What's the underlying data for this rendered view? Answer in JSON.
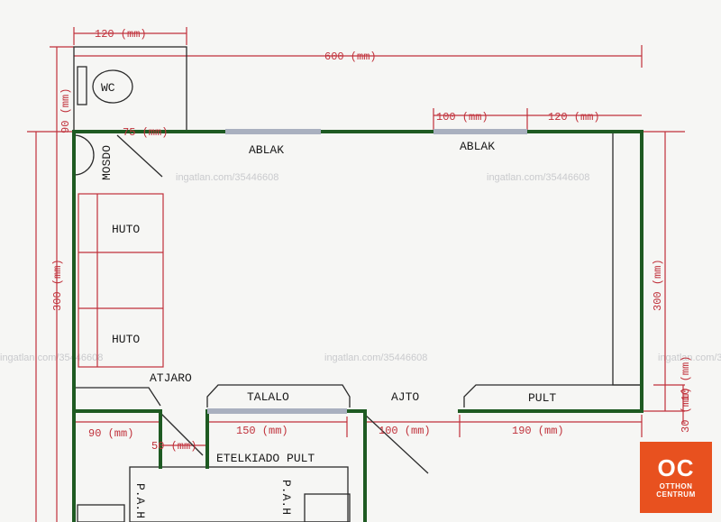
{
  "dimensions": {
    "wc_width": "120 (mm)",
    "total_width": "600 (mm)",
    "wc_height": "90 (mm)",
    "door_75": "75 (mm)",
    "window2_width": "100 (mm)",
    "right_offset": "120 (mm)",
    "left_height": "300 (mm)",
    "right_height": "300 (mm)",
    "small_v": "10 (mm)",
    "pass_width": "90 (mm)",
    "door_50": "50 (mm)",
    "counter_width": "150 (mm)",
    "door_100": "100 (mm)",
    "pult_width": "190 (mm)",
    "right_bottom": "30 (mm)"
  },
  "labels": {
    "wc": "WC",
    "mosdo": "MOSDO",
    "window1": "ABLAK",
    "window2": "ABLAK",
    "fridge1": "HUTO",
    "fridge2": "HUTO",
    "passage": "ATJARO",
    "counter": "TALALO",
    "door": "AJTO",
    "bar": "PULT",
    "serving_counter": "ETELKIADO PULT",
    "pah_left": "P.A.H",
    "pah_right": "P.A.H"
  },
  "watermark": "ingatlan.com/35446608",
  "logo": {
    "mark": "OC",
    "line1": "OTTHON",
    "line2": "CENTRUM",
    "color": "#e8511f"
  },
  "colors": {
    "walls": "#1e5a22",
    "dimensions": "#c0303a",
    "windows": "#a9b0bf"
  }
}
